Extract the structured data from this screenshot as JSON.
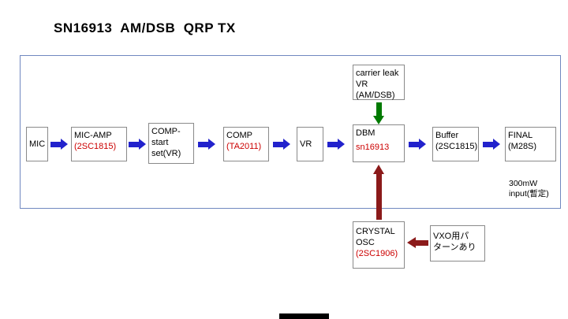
{
  "title": "SN16913  AM/DSB  QRP TX",
  "colors": {
    "blue": "#2222cc",
    "green": "#007a00",
    "dark-red": "#8b1a1a",
    "red": "#cc0000",
    "frame": "#7088c0"
  },
  "boxes": {
    "mic": {
      "lines": [
        {
          "text": "MIC",
          "color": "black"
        }
      ]
    },
    "mic_amp": {
      "lines": [
        {
          "text": "MIC-AMP",
          "color": "black"
        },
        {
          "text": "(2SC1815)",
          "color": "red"
        }
      ]
    },
    "comp_start": {
      "lines": [
        {
          "text": "COMP-",
          "color": "black"
        },
        {
          "text": "start",
          "color": "black"
        },
        {
          "text": "set(VR)",
          "color": "black"
        }
      ]
    },
    "comp": {
      "lines": [
        {
          "text": "COMP",
          "color": "black"
        },
        {
          "text": "(TA2011)",
          "color": "red"
        }
      ]
    },
    "vr": {
      "lines": [
        {
          "text": "VR",
          "color": "black"
        }
      ]
    },
    "dbm": {
      "lines": [
        {
          "text": "DBM",
          "color": "black"
        },
        {
          "text": "sn16913",
          "color": "red"
        }
      ]
    },
    "buffer": {
      "lines": [
        {
          "text": "Buffer",
          "color": "black"
        },
        {
          "text": "(2SC1815)",
          "color": "black"
        }
      ]
    },
    "final": {
      "lines": [
        {
          "text": "FINAL",
          "color": "black"
        },
        {
          "text": "(M28S)",
          "color": "black"
        }
      ]
    },
    "carrier_leak": {
      "lines": [
        {
          "text": "carrier leak",
          "color": "black"
        },
        {
          "text": "VR",
          "color": "black"
        },
        {
          "text": "(AM/DSB)",
          "color": "black"
        }
      ]
    },
    "crystal_osc": {
      "lines": [
        {
          "text": "CRYSTAL",
          "color": "black"
        },
        {
          "text": "OSC",
          "color": "black"
        },
        {
          "text": "(2SC1906)",
          "color": "red"
        }
      ]
    },
    "vxo_note": {
      "lines": [
        {
          "text": "VXO用パ",
          "color": "black"
        },
        {
          "text": "ターンあり",
          "color": "black"
        }
      ]
    }
  },
  "notes": {
    "power": {
      "lines": [
        {
          "text": "300mW",
          "color": "black"
        },
        {
          "text": "input(暫定)",
          "color": "black"
        }
      ]
    }
  }
}
